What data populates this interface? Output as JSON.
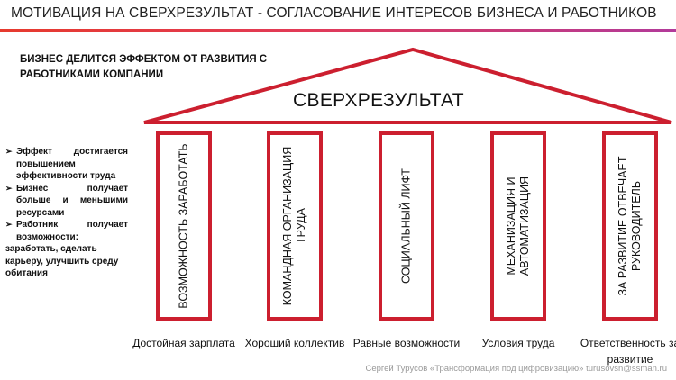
{
  "header": {
    "title": "МОТИВАЦИЯ НА СВЕРХРЕЗУЛЬТАТ - СОГЛАСОВАНИЕ ИНТЕРЕСОВ БИЗНЕСА И РАБОТНИКОВ"
  },
  "subtitle": "БИЗНЕС ДЕЛИТСЯ ЭФФЕКТОМ ОТ РАЗВИТИЯ С РАБОТНИКАМИ КОМПАНИИ",
  "bullets": [
    "Эффект достигается повышением эффективности труда",
    "Бизнес получает больше и меньшими ресурсами",
    "Работник получает возможности:"
  ],
  "bullet_tail": "заработать, сделать карьеру, улучшить среду обитания",
  "roof": {
    "label": "СВЕРХРЕЗУЛЬТАТ"
  },
  "pillars": [
    {
      "label": "ВОЗМОЖНОСТЬ ЗАРАБОТАТЬ",
      "caption": "Достойная зарплата"
    },
    {
      "label": "КОМАНДНАЯ ОРГАНИЗАЦИЯ ТРУДА",
      "caption": "Хороший коллектив"
    },
    {
      "label": "СОЦИАЛЬНЫЙ ЛИФТ",
      "caption": "Равные возможности"
    },
    {
      "label": "МЕХАНИЗАЦИЯ И АВТОМАТИЗАЦИЯ",
      "caption": "Условия труда"
    },
    {
      "label": "ЗА РАЗВИТИЕ ОТВЕЧАЕТ РУКОВОДИТЕЛЬ",
      "caption": "Ответственность за развитие"
    }
  ],
  "footer": "Сергей Турусов «Трансформация под цифровизацию» turusovsn@ssman.ru",
  "colors": {
    "accent": "#cc1f2f",
    "title_line_start": "#e63a2e",
    "title_line_end": "#b23a9a"
  }
}
